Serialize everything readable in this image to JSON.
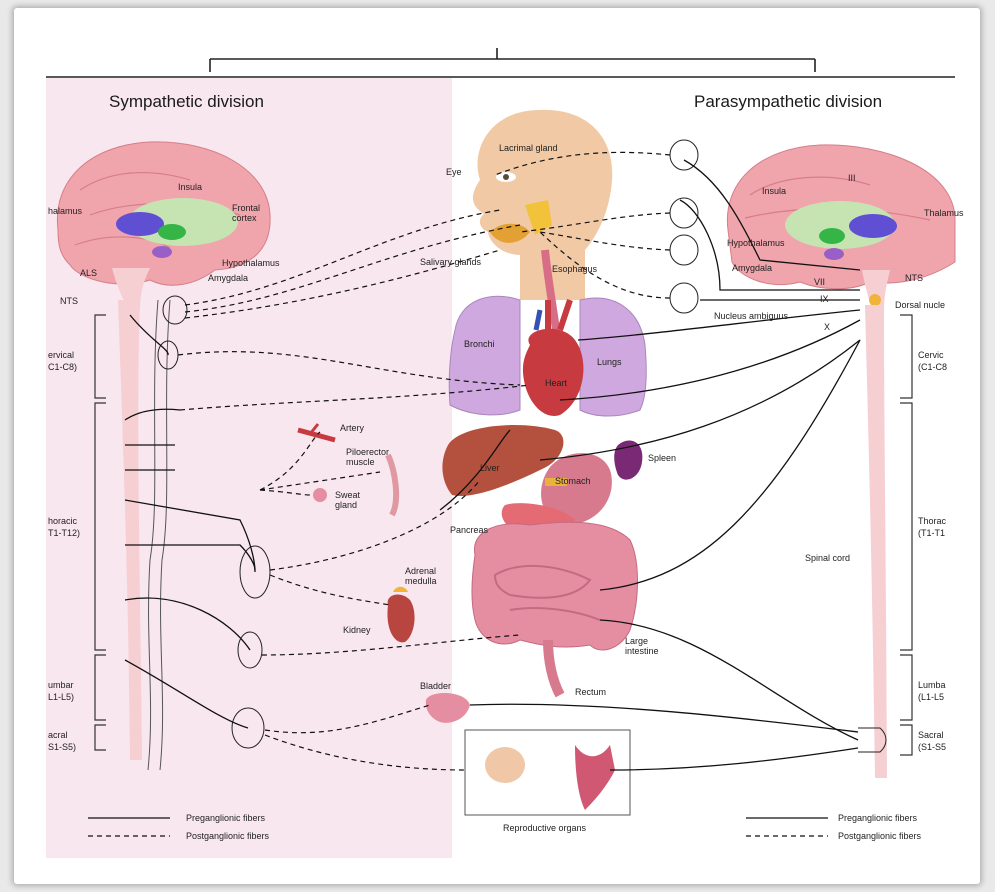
{
  "headers": {
    "sympathetic": "Sympathetic division",
    "parasympathetic": "Parasympathetic division"
  },
  "brain_left": {
    "insula": "Insula",
    "frontal_cortex": "Frontal cortex",
    "thalamus": "halamus",
    "hypothalamus": "Hypothalamus",
    "amygdala": "Amygdala",
    "als": "ALS",
    "nts": "NTS"
  },
  "brain_right": {
    "insula": "Insula",
    "iii": "III",
    "thalamus": "Thalamus",
    "hypothalamus": "Hypothalamus",
    "amygdala": "Amygdala",
    "vii": "VII",
    "nts": "NTS",
    "ix": "IX",
    "dorsal_nucleus": "Dorsal nucle",
    "nucleus_ambiguus": "Nucleus ambiguus",
    "x": "X"
  },
  "organs": {
    "eye": "Eye",
    "lacrimal_gland": "Lacrimal gland",
    "salivary_glands": "Salivary glands",
    "esophagus": "Esophagus",
    "bronchi": "Bronchi",
    "lungs": "Lungs",
    "heart": "Heart",
    "artery": "Artery",
    "piloerector_muscle": "Piloerector muscle",
    "sweat_gland": "Sweat gland",
    "liver": "Liver",
    "spleen": "Spleen",
    "stomach": "Stomach",
    "pancreas": "Pancreas",
    "adrenal_medulla": "Adrenal medulla",
    "kidney": "Kidney",
    "large_intestine": "Large intestine",
    "rectum": "Rectum",
    "bladder": "Bladder",
    "reproductive_organs": "Reproductive organs",
    "spinal_cord": "Spinal cord"
  },
  "spine_left": {
    "cervical": "ervical",
    "cervical_range": "C1-C8)",
    "thoracic": "horacic",
    "thoracic_range": "T1-T12)",
    "lumbar": "umbar",
    "lumbar_range": "L1-L5)",
    "sacral": "acral",
    "sacral_range": "S1-S5)"
  },
  "spine_right": {
    "cervical": "Cervic",
    "cervical_range": "(C1-C8",
    "thoracic": "Thorac",
    "thoracic_range": "(T1-T1",
    "lumbar": "Lumba",
    "lumbar_range": "(L1-L5",
    "sacral": "Sacral",
    "sacral_range": "(S1-S5"
  },
  "legend": {
    "preganglionic": "Preganglionic fibers",
    "postganglionic": "Postganglionic fibers"
  },
  "colors": {
    "sympathetic_bg": "#f9e7ef",
    "brain": "#f0a5ad",
    "spinal_cord": "#f6cfd3",
    "lungs": "#cfa8df",
    "liver": "#b4503e",
    "head_skin": "#f1c9a5",
    "intestine": "#e58ea2"
  }
}
